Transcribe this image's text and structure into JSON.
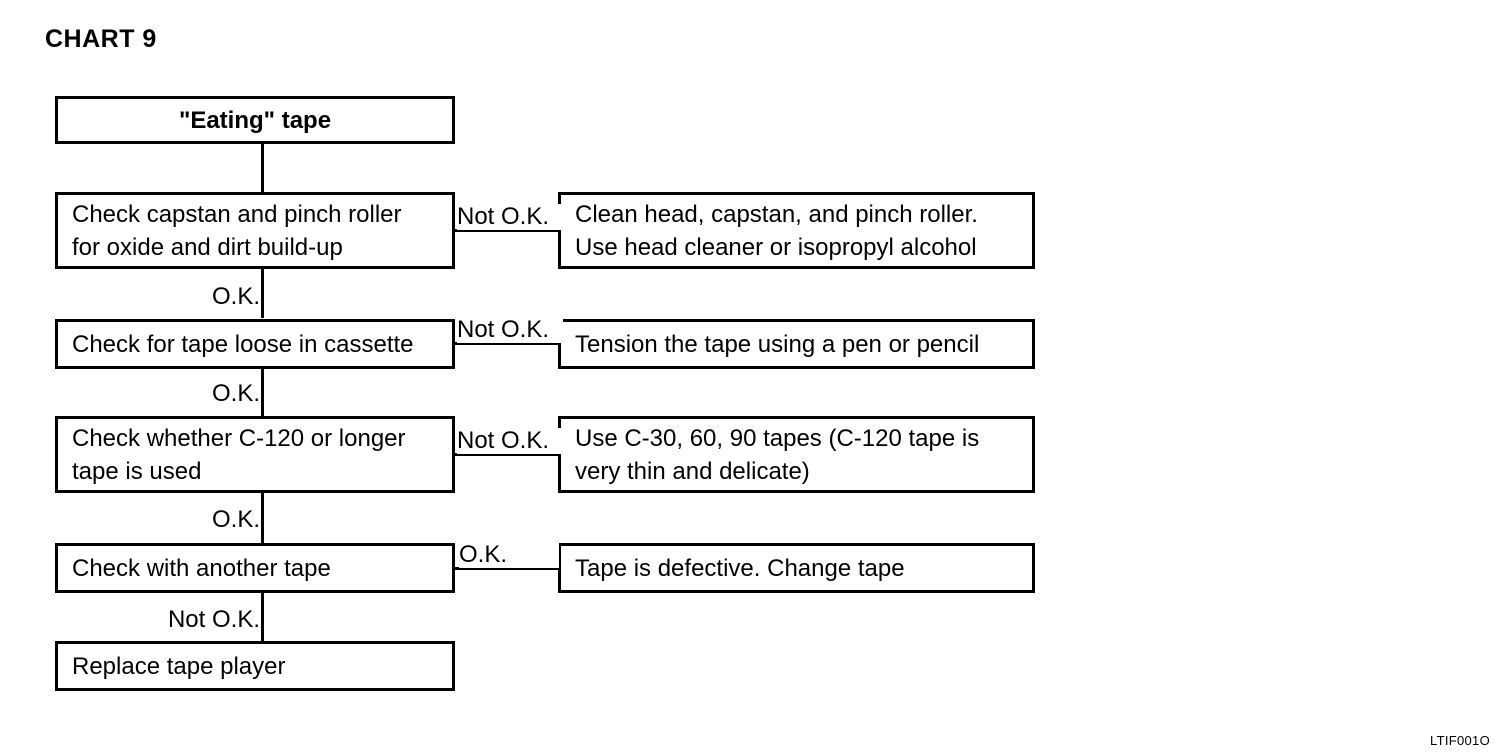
{
  "title": "CHART 9",
  "document_code": "LTIF001O",
  "chart_data": {
    "type": "diagram",
    "title": "CHART 9",
    "diagram_kind": "troubleshooting-flowchart",
    "nodes": [
      {
        "id": "start",
        "label": "\"Eating\" tape",
        "column": "left",
        "emphasis": "bold"
      },
      {
        "id": "check1",
        "label": "Check capstan and pinch roller\nfor oxide and dirt build-up",
        "column": "left",
        "emphasis": "normal"
      },
      {
        "id": "action1",
        "label": "Clean head, capstan, and pinch roller.\nUse head cleaner or isopropyl alcohol",
        "column": "right",
        "emphasis": "normal"
      },
      {
        "id": "check2",
        "label": "Check for tape loose in cassette",
        "column": "left",
        "emphasis": "normal"
      },
      {
        "id": "action2",
        "label": "Tension the tape using a pen or pencil",
        "column": "right",
        "emphasis": "normal"
      },
      {
        "id": "check3",
        "label": "Check whether C-120 or longer\ntape is used",
        "column": "left",
        "emphasis": "normal"
      },
      {
        "id": "action3",
        "label": "Use C-30, 60, 90 tapes (C-120 tape is\nvery thin and delicate)",
        "column": "right",
        "emphasis": "normal"
      },
      {
        "id": "check4",
        "label": "Check with another tape",
        "column": "left",
        "emphasis": "normal"
      },
      {
        "id": "action4",
        "label": "Tape is defective. Change tape",
        "column": "right",
        "emphasis": "normal"
      },
      {
        "id": "final",
        "label": "Replace tape player",
        "column": "left",
        "emphasis": "normal"
      }
    ],
    "edges": [
      {
        "from": "start",
        "to": "check1",
        "label": "",
        "direction": "down"
      },
      {
        "from": "check1",
        "to": "action1",
        "label": "Not O.K.",
        "direction": "right"
      },
      {
        "from": "check1",
        "to": "check2",
        "label": "O.K.",
        "direction": "down"
      },
      {
        "from": "check2",
        "to": "action2",
        "label": "Not O.K.",
        "direction": "right"
      },
      {
        "from": "check2",
        "to": "check3",
        "label": "O.K.",
        "direction": "down"
      },
      {
        "from": "check3",
        "to": "action3",
        "label": "Not O.K.",
        "direction": "right"
      },
      {
        "from": "check3",
        "to": "check4",
        "label": "O.K.",
        "direction": "down"
      },
      {
        "from": "check4",
        "to": "action4",
        "label": "O.K.",
        "direction": "right"
      },
      {
        "from": "check4",
        "to": "final",
        "label": "Not O.K.",
        "direction": "down"
      }
    ]
  },
  "labels": {
    "not_ok_1": "Not O.K.",
    "ok_1": "O.K.",
    "not_ok_2": "Not O.K.",
    "ok_2": "O.K.",
    "not_ok_3": "Not O.K.",
    "ok_3": "O.K.",
    "ok_4": "O.K.",
    "not_ok_4": "Not O.K."
  }
}
